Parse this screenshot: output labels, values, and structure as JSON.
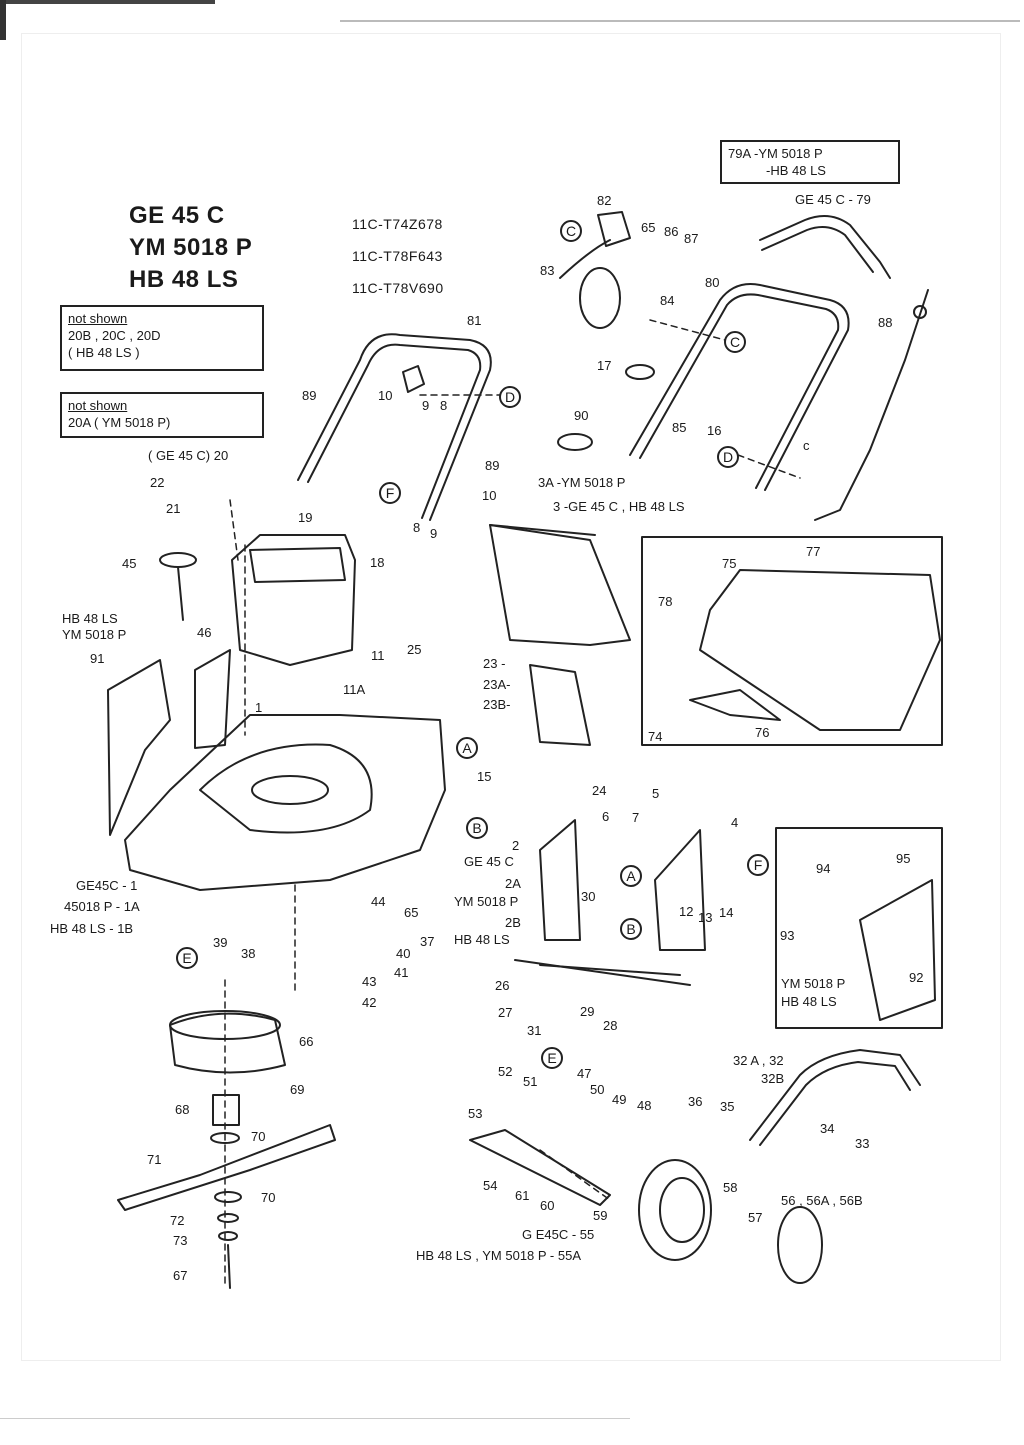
{
  "models": [
    "GE 45 C",
    "YM 5018 P",
    "HB 48 LS"
  ],
  "codes": [
    "11C-T74Z678",
    "11C-T78F643",
    "11C-T78V690"
  ],
  "notes": [
    {
      "heading": "not shown",
      "lines": [
        "20B , 20C , 20D",
        "( HB 48 LS )"
      ]
    },
    {
      "heading": "not shown",
      "lines": [
        "20A      ( YM 5018 P)"
      ]
    }
  ],
  "handle_note": [
    "79A -YM 5018 P",
    "-HB 48 LS",
    "GE 45 C -  79"
  ],
  "circle_refs": [
    "C",
    "C",
    "D",
    "D",
    "F",
    "F",
    "A",
    "A",
    "B",
    "B",
    "E",
    "E"
  ],
  "callouts": [
    "81",
    "89",
    "10",
    "9",
    "8",
    "89",
    "8",
    "9",
    "10",
    "82",
    "65",
    "86",
    "87",
    "83",
    "84",
    "80",
    "17",
    "85",
    "16",
    "88",
    "90",
    "c",
    "( GE 45 C)  20",
    "22",
    "21",
    "19",
    "18",
    "45",
    "46",
    "HB 48 LS",
    "YM 5018 P",
    "91",
    "11",
    "25",
    "11A",
    "1",
    "15",
    "3A -YM 5018 P",
    "3 -GE 45 C , HB 48 LS",
    "23 -",
    "23A-",
    "23B-",
    "24",
    "77",
    "75",
    "78",
    "74",
    "76",
    "5",
    "6",
    "7",
    "4",
    "2",
    "GE 45 C",
    "2A",
    "YM 5018 P",
    "2B",
    "HB 48 LS",
    "30",
    "12",
    "13",
    "14",
    "GE45C - 1",
    "45018 P - 1A",
    "HB 48 LS  - 1B",
    "39",
    "38",
    "44",
    "65",
    "40",
    "37",
    "41",
    "43",
    "42",
    "26",
    "27",
    "31",
    "29",
    "28",
    "95",
    "94",
    "93",
    "92",
    "YM 5018 P",
    "HB 48 LS",
    "66",
    "69",
    "68",
    "70",
    "71",
    "70",
    "72",
    "73",
    "67",
    "52",
    "51",
    "47",
    "50",
    "49",
    "48",
    "53",
    "54",
    "61",
    "60",
    "59",
    "36",
    "35",
    "32 A , 32",
    "32B",
    "34",
    "33",
    "58",
    "57",
    "56 , 56A , 56B",
    "G E45C - 55",
    "HB 48 LS , YM 5018 P - 55A"
  ]
}
